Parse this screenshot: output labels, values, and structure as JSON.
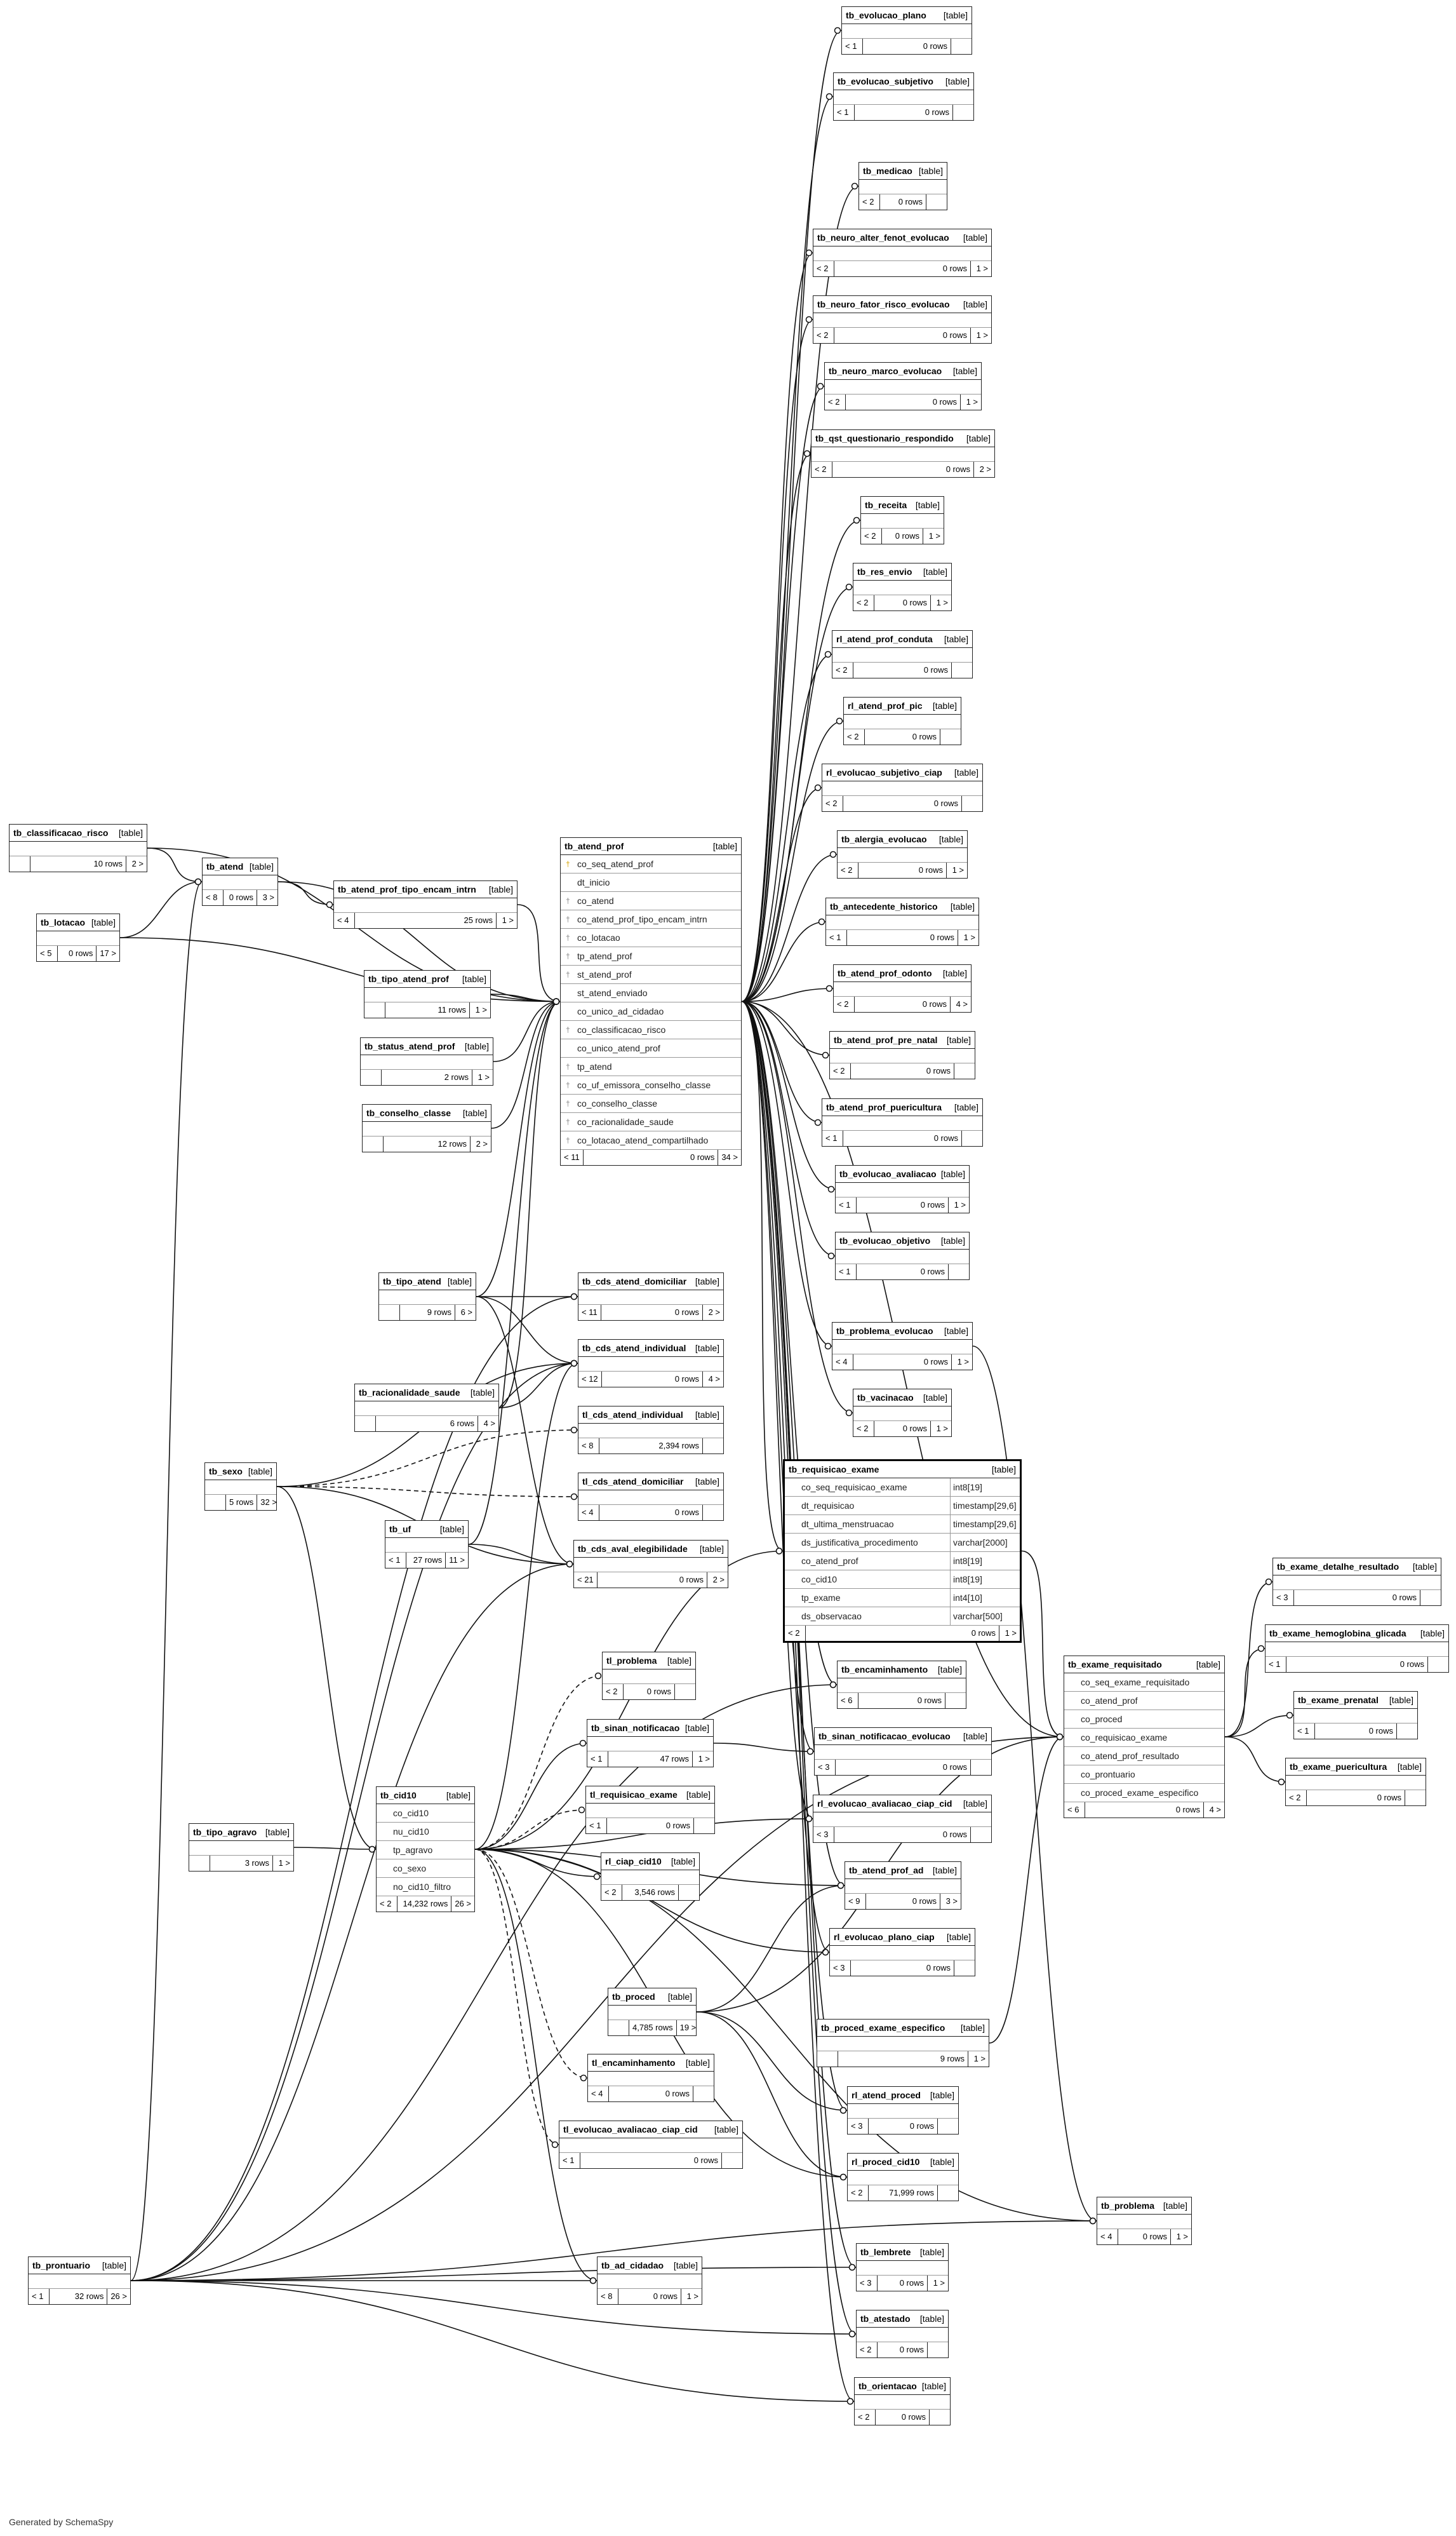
{
  "credit": "Generated by SchemaSpy",
  "tables": [
    {
      "id": "tb_evolucao_plano",
      "name": "tb_evolucao_plano",
      "par": "< 1",
      "rows": "0 rows",
      "chi": ""
    },
    {
      "id": "tb_evolucao_subjetivo",
      "name": "tb_evolucao_subjetivo",
      "par": "< 1",
      "rows": "0 rows",
      "chi": ""
    },
    {
      "id": "tb_medicao",
      "name": "tb_medicao",
      "par": "< 2",
      "rows": "0 rows",
      "chi": ""
    },
    {
      "id": "tb_neuro_alter_fenot_evolucao",
      "name": "tb_neuro_alter_fenot_evolucao",
      "par": "< 2",
      "rows": "0 rows",
      "chi": "1 >"
    },
    {
      "id": "tb_neuro_fator_risco_evolucao",
      "name": "tb_neuro_fator_risco_evolucao",
      "par": "< 2",
      "rows": "0 rows",
      "chi": "1 >"
    },
    {
      "id": "tb_neuro_marco_evolucao",
      "name": "tb_neuro_marco_evolucao",
      "par": "< 2",
      "rows": "0 rows",
      "chi": "1 >"
    },
    {
      "id": "tb_qst_questionario_respondido",
      "name": "tb_qst_questionario_respondido",
      "par": "< 2",
      "rows": "0 rows",
      "chi": "2 >"
    },
    {
      "id": "tb_receita",
      "name": "tb_receita",
      "par": "< 2",
      "rows": "0 rows",
      "chi": "1 >"
    },
    {
      "id": "tb_res_envio",
      "name": "tb_res_envio",
      "par": "< 2",
      "rows": "0 rows",
      "chi": "1 >"
    },
    {
      "id": "rl_atend_prof_conduta",
      "name": "rl_atend_prof_conduta",
      "par": "< 2",
      "rows": "0 rows",
      "chi": ""
    },
    {
      "id": "rl_atend_prof_pic",
      "name": "rl_atend_prof_pic",
      "par": "< 2",
      "rows": "0 rows",
      "chi": ""
    },
    {
      "id": "rl_evolucao_subjetivo_ciap",
      "name": "rl_evolucao_subjetivo_ciap",
      "par": "< 2",
      "rows": "0 rows",
      "chi": ""
    },
    {
      "id": "tb_alergia_evolucao",
      "name": "tb_alergia_evolucao",
      "par": "< 2",
      "rows": "0 rows",
      "chi": "1 >"
    },
    {
      "id": "tb_antecedente_historico",
      "name": "tb_antecedente_historico",
      "par": "< 1",
      "rows": "0 rows",
      "chi": "1 >"
    },
    {
      "id": "tb_atend_prof_odonto",
      "name": "tb_atend_prof_odonto",
      "par": "< 2",
      "rows": "0 rows",
      "chi": "4 >"
    },
    {
      "id": "tb_atend_prof_pre_natal",
      "name": "tb_atend_prof_pre_natal",
      "par": "< 2",
      "rows": "0 rows",
      "chi": ""
    },
    {
      "id": "tb_atend_prof_puericultura",
      "name": "tb_atend_prof_puericultura",
      "par": "< 1",
      "rows": "0 rows",
      "chi": ""
    },
    {
      "id": "tb_evolucao_avaliacao",
      "name": "tb_evolucao_avaliacao",
      "par": "< 1",
      "rows": "0 rows",
      "chi": "1 >"
    },
    {
      "id": "tb_evolucao_objetivo",
      "name": "tb_evolucao_objetivo",
      "par": "< 1",
      "rows": "0 rows",
      "chi": ""
    },
    {
      "id": "tb_problema_evolucao",
      "name": "tb_problema_evolucao",
      "par": "< 4",
      "rows": "0 rows",
      "chi": "1 >"
    },
    {
      "id": "tb_vacinacao",
      "name": "tb_vacinacao",
      "par": "< 2",
      "rows": "0 rows",
      "chi": "1 >"
    },
    {
      "id": "tb_classificacao_risco",
      "name": "tb_classificacao_risco",
      "par": "",
      "rows": "10 rows",
      "chi": "2 >"
    },
    {
      "id": "tb_atend",
      "name": "tb_atend",
      "par": "< 8",
      "rows": "0 rows",
      "chi": "3 >"
    },
    {
      "id": "tb_atend_prof_tipo_encam_intrn",
      "name": "tb_atend_prof_tipo_encam_intrn",
      "par": "< 4",
      "rows": "25 rows",
      "chi": "1 >"
    },
    {
      "id": "tb_lotacao",
      "name": "tb_lotacao",
      "par": "< 5",
      "rows": "0 rows",
      "chi": "17 >"
    },
    {
      "id": "tb_tipo_atend_prof",
      "name": "tb_tipo_atend_prof",
      "par": "",
      "rows": "11 rows",
      "chi": "1 >"
    },
    {
      "id": "tb_status_atend_prof",
      "name": "tb_status_atend_prof",
      "par": "",
      "rows": "2 rows",
      "chi": "1 >"
    },
    {
      "id": "tb_conselho_classe",
      "name": "tb_conselho_classe",
      "par": "",
      "rows": "12 rows",
      "chi": "2 >"
    },
    {
      "id": "tb_tipo_atend",
      "name": "tb_tipo_atend",
      "par": "",
      "rows": "9 rows",
      "chi": "6 >"
    },
    {
      "id": "tb_cds_atend_domiciliar",
      "name": "tb_cds_atend_domiciliar",
      "par": "< 11",
      "rows": "0 rows",
      "chi": "2 >"
    },
    {
      "id": "tb_cds_atend_individual",
      "name": "tb_cds_atend_individual",
      "par": "< 12",
      "rows": "0 rows",
      "chi": "4 >"
    },
    {
      "id": "tb_racionalidade_saude",
      "name": "tb_racionalidade_saude",
      "par": "",
      "rows": "6 rows",
      "chi": "4 >"
    },
    {
      "id": "tl_cds_atend_individual",
      "name": "tl_cds_atend_individual",
      "par": "< 8",
      "rows": "2,394 rows",
      "chi": ""
    },
    {
      "id": "tb_sexo",
      "name": "tb_sexo",
      "par": "",
      "rows": "5 rows",
      "chi": "32 >"
    },
    {
      "id": "tl_cds_atend_domiciliar",
      "name": "tl_cds_atend_domiciliar",
      "par": "< 4",
      "rows": "0 rows",
      "chi": ""
    },
    {
      "id": "tb_uf",
      "name": "tb_uf",
      "par": "< 1",
      "rows": "27 rows",
      "chi": "11 >"
    },
    {
      "id": "tb_cds_aval_elegibilidade",
      "name": "tb_cds_aval_elegibilidade",
      "par": "< 21",
      "rows": "0 rows",
      "chi": "2 >"
    },
    {
      "id": "tl_problema",
      "name": "tl_problema",
      "par": "< 2",
      "rows": "0 rows",
      "chi": ""
    },
    {
      "id": "tb_sinan_notificacao",
      "name": "tb_sinan_notificacao",
      "par": "< 1",
      "rows": "47 rows",
      "chi": "1 >"
    },
    {
      "id": "tl_requisicao_exame",
      "name": "tl_requisicao_exame",
      "par": "< 1",
      "rows": "0 rows",
      "chi": ""
    },
    {
      "id": "tb_tipo_agravo",
      "name": "tb_tipo_agravo",
      "par": "",
      "rows": "3 rows",
      "chi": "1 >"
    },
    {
      "id": "rl_ciap_cid10",
      "name": "rl_ciap_cid10",
      "par": "< 2",
      "rows": "3,546 rows",
      "chi": ""
    },
    {
      "id": "tb_encaminhamento",
      "name": "tb_encaminhamento",
      "par": "< 6",
      "rows": "0 rows",
      "chi": ""
    },
    {
      "id": "tb_sinan_notificacao_evolucao",
      "name": "tb_sinan_notificacao_evolucao",
      "par": "< 3",
      "rows": "0 rows",
      "chi": ""
    },
    {
      "id": "rl_evolucao_avaliacao_ciap_cid",
      "name": "rl_evolucao_avaliacao_ciap_cid",
      "par": "< 3",
      "rows": "0 rows",
      "chi": ""
    },
    {
      "id": "tb_atend_prof_ad",
      "name": "tb_atend_prof_ad",
      "par": "< 9",
      "rows": "0 rows",
      "chi": "3 >"
    },
    {
      "id": "rl_evolucao_plano_ciap",
      "name": "rl_evolucao_plano_ciap",
      "par": "< 3",
      "rows": "0 rows",
      "chi": ""
    },
    {
      "id": "tb_proced",
      "name": "tb_proced",
      "par": "",
      "rows": "4,785 rows",
      "chi": "19 >"
    },
    {
      "id": "tb_proced_exame_especifico",
      "name": "tb_proced_exame_especifico",
      "par": "",
      "rows": "9 rows",
      "chi": "1 >"
    },
    {
      "id": "tl_encaminhamento",
      "name": "tl_encaminhamento",
      "par": "< 4",
      "rows": "0 rows",
      "chi": ""
    },
    {
      "id": "rl_atend_proced",
      "name": "rl_atend_proced",
      "par": "< 3",
      "rows": "0 rows",
      "chi": ""
    },
    {
      "id": "tl_evolucao_avaliacao_ciap_cid",
      "name": "tl_evolucao_avaliacao_ciap_cid",
      "par": "< 1",
      "rows": "0 rows",
      "chi": ""
    },
    {
      "id": "rl_proced_cid10",
      "name": "rl_proced_cid10",
      "par": "< 2",
      "rows": "71,999 rows",
      "chi": ""
    },
    {
      "id": "tb_problema",
      "name": "tb_problema",
      "par": "< 4",
      "rows": "0 rows",
      "chi": "1 >"
    },
    {
      "id": "tb_prontuario",
      "name": "tb_prontuario",
      "par": "< 1",
      "rows": "32 rows",
      "chi": "26 >"
    },
    {
      "id": "tb_ad_cidadao",
      "name": "tb_ad_cidadao",
      "par": "< 8",
      "rows": "0 rows",
      "chi": "1 >"
    },
    {
      "id": "tb_lembrete",
      "name": "tb_lembrete",
      "par": "< 3",
      "rows": "0 rows",
      "chi": "1 >"
    },
    {
      "id": "tb_atestado",
      "name": "tb_atestado",
      "par": "< 2",
      "rows": "0 rows",
      "chi": ""
    },
    {
      "id": "tb_orientacao",
      "name": "tb_orientacao",
      "par": "< 2",
      "rows": "0 rows",
      "chi": ""
    },
    {
      "id": "tb_exame_detalhe_resultado",
      "name": "tb_exame_detalhe_resultado",
      "par": "< 3",
      "rows": "0 rows",
      "chi": ""
    },
    {
      "id": "tb_exame_hemoglobina_glicada",
      "name": "tb_exame_hemoglobina_glicada",
      "par": "< 1",
      "rows": "0 rows",
      "chi": ""
    },
    {
      "id": "tb_exame_prenatal",
      "name": "tb_exame_prenatal",
      "par": "< 1",
      "rows": "0 rows",
      "chi": ""
    },
    {
      "id": "tb_exame_puericultura",
      "name": "tb_exame_puericultura",
      "par": "< 2",
      "rows": "0 rows",
      "chi": ""
    },
    {
      "id": "tb_atend_prof",
      "name": "tb_atend_prof",
      "par": "< 11",
      "rows": "0 rows",
      "chi": "34 >",
      "columns": [
        {
          "name": "co_seq_atend_prof",
          "key": "pk"
        },
        {
          "name": "dt_inicio",
          "key": ""
        },
        {
          "name": "co_atend",
          "key": "fk"
        },
        {
          "name": "co_atend_prof_tipo_encam_intrn",
          "key": "fk"
        },
        {
          "name": "co_lotacao",
          "key": "fk"
        },
        {
          "name": "tp_atend_prof",
          "key": "fk"
        },
        {
          "name": "st_atend_prof",
          "key": "fk"
        },
        {
          "name": "st_atend_enviado",
          "key": ""
        },
        {
          "name": "co_unico_ad_cidadao",
          "key": ""
        },
        {
          "name": "co_classificacao_risco",
          "key": "fk"
        },
        {
          "name": "co_unico_atend_prof",
          "key": ""
        },
        {
          "name": "tp_atend",
          "key": "fk"
        },
        {
          "name": "co_uf_emissora_conselho_classe",
          "key": "fk"
        },
        {
          "name": "co_conselho_classe",
          "key": "fk"
        },
        {
          "name": "co_racionalidade_saude",
          "key": "fk"
        },
        {
          "name": "co_lotacao_atend_compartilhado",
          "key": "fk"
        }
      ]
    },
    {
      "id": "tb_requisicao_exame",
      "name": "tb_requisicao_exame",
      "par": "< 2",
      "rows": "0 rows",
      "chi": "1 >",
      "columns": [
        {
          "name": "co_seq_requisicao_exame",
          "type": "int8[19]"
        },
        {
          "name": "dt_requisicao",
          "type": "timestamp[29,6]"
        },
        {
          "name": "dt_ultima_menstruacao",
          "type": "timestamp[29,6]"
        },
        {
          "name": "ds_justificativa_procedimento",
          "type": "varchar[2000]"
        },
        {
          "name": "co_atend_prof",
          "type": "int8[19]"
        },
        {
          "name": "co_cid10",
          "type": "int8[19]"
        },
        {
          "name": "tp_exame",
          "type": "int4[10]"
        },
        {
          "name": "ds_observacao",
          "type": "varchar[500]"
        }
      ]
    },
    {
      "id": "tb_cid10",
      "name": "tb_cid10",
      "par": "< 2",
      "rows": "14,232 rows",
      "chi": "26 >",
      "columns": [
        {
          "name": "co_cid10"
        },
        {
          "name": "nu_cid10"
        },
        {
          "name": "tp_agravo"
        },
        {
          "name": "co_sexo"
        },
        {
          "name": "no_cid10_filtro"
        }
      ]
    },
    {
      "id": "tb_exame_requisitado",
      "name": "tb_exame_requisitado",
      "par": "< 6",
      "rows": "0 rows",
      "chi": "4 >",
      "columns": [
        {
          "name": "co_seq_exame_requisitado"
        },
        {
          "name": "co_atend_prof"
        },
        {
          "name": "co_proced"
        },
        {
          "name": "co_requisicao_exame"
        },
        {
          "name": "co_atend_prof_resultado"
        },
        {
          "name": "co_prontuario"
        },
        {
          "name": "co_proced_exame_especifico"
        }
      ]
    }
  ],
  "table_tag": "[table]"
}
